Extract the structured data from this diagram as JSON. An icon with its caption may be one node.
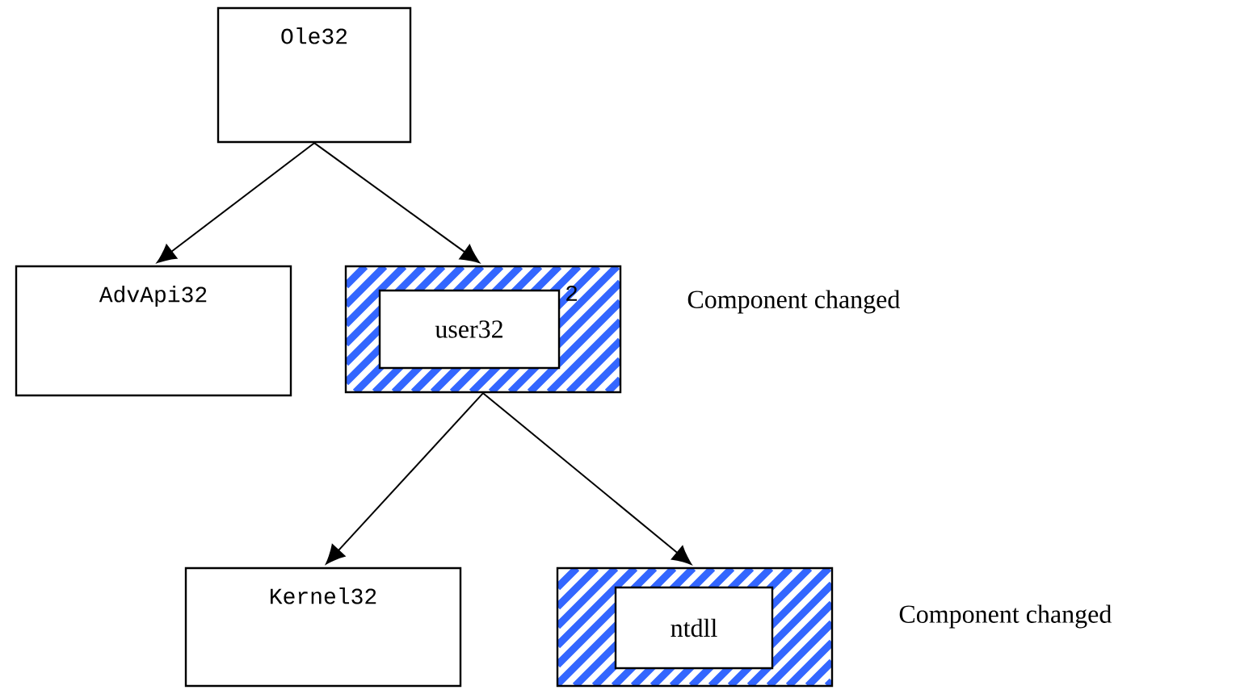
{
  "diagram": {
    "nodes": [
      {
        "text": [
          "Ole32"
        ]
      },
      {
        "text": [
          "AdvApi32"
        ]
      },
      {
        "text": [
          "2"
        ],
        "beside": [
          "Component changed"
        ]
      },
      {
        "text": [
          "user32"
        ],
        "in": 2
      },
      {
        "text": [
          "Kernel32"
        ]
      },
      {
        "text": [],
        "shape": "box",
        "beside": [
          "Component changed"
        ]
      },
      {
        "text": [
          "ntdll"
        ],
        "in": 5
      }
    ],
    "edges": [
      {
        "from": 0,
        "to": 1,
        "arrow": "to"
      },
      {
        "from": 0,
        "to": 2,
        "arrow": "to"
      },
      {
        "from": 2,
        "to": 4,
        "arrow": "to"
      },
      {
        "from": 2,
        "to": 5,
        "arrow": "to"
      }
    ]
  }
}
